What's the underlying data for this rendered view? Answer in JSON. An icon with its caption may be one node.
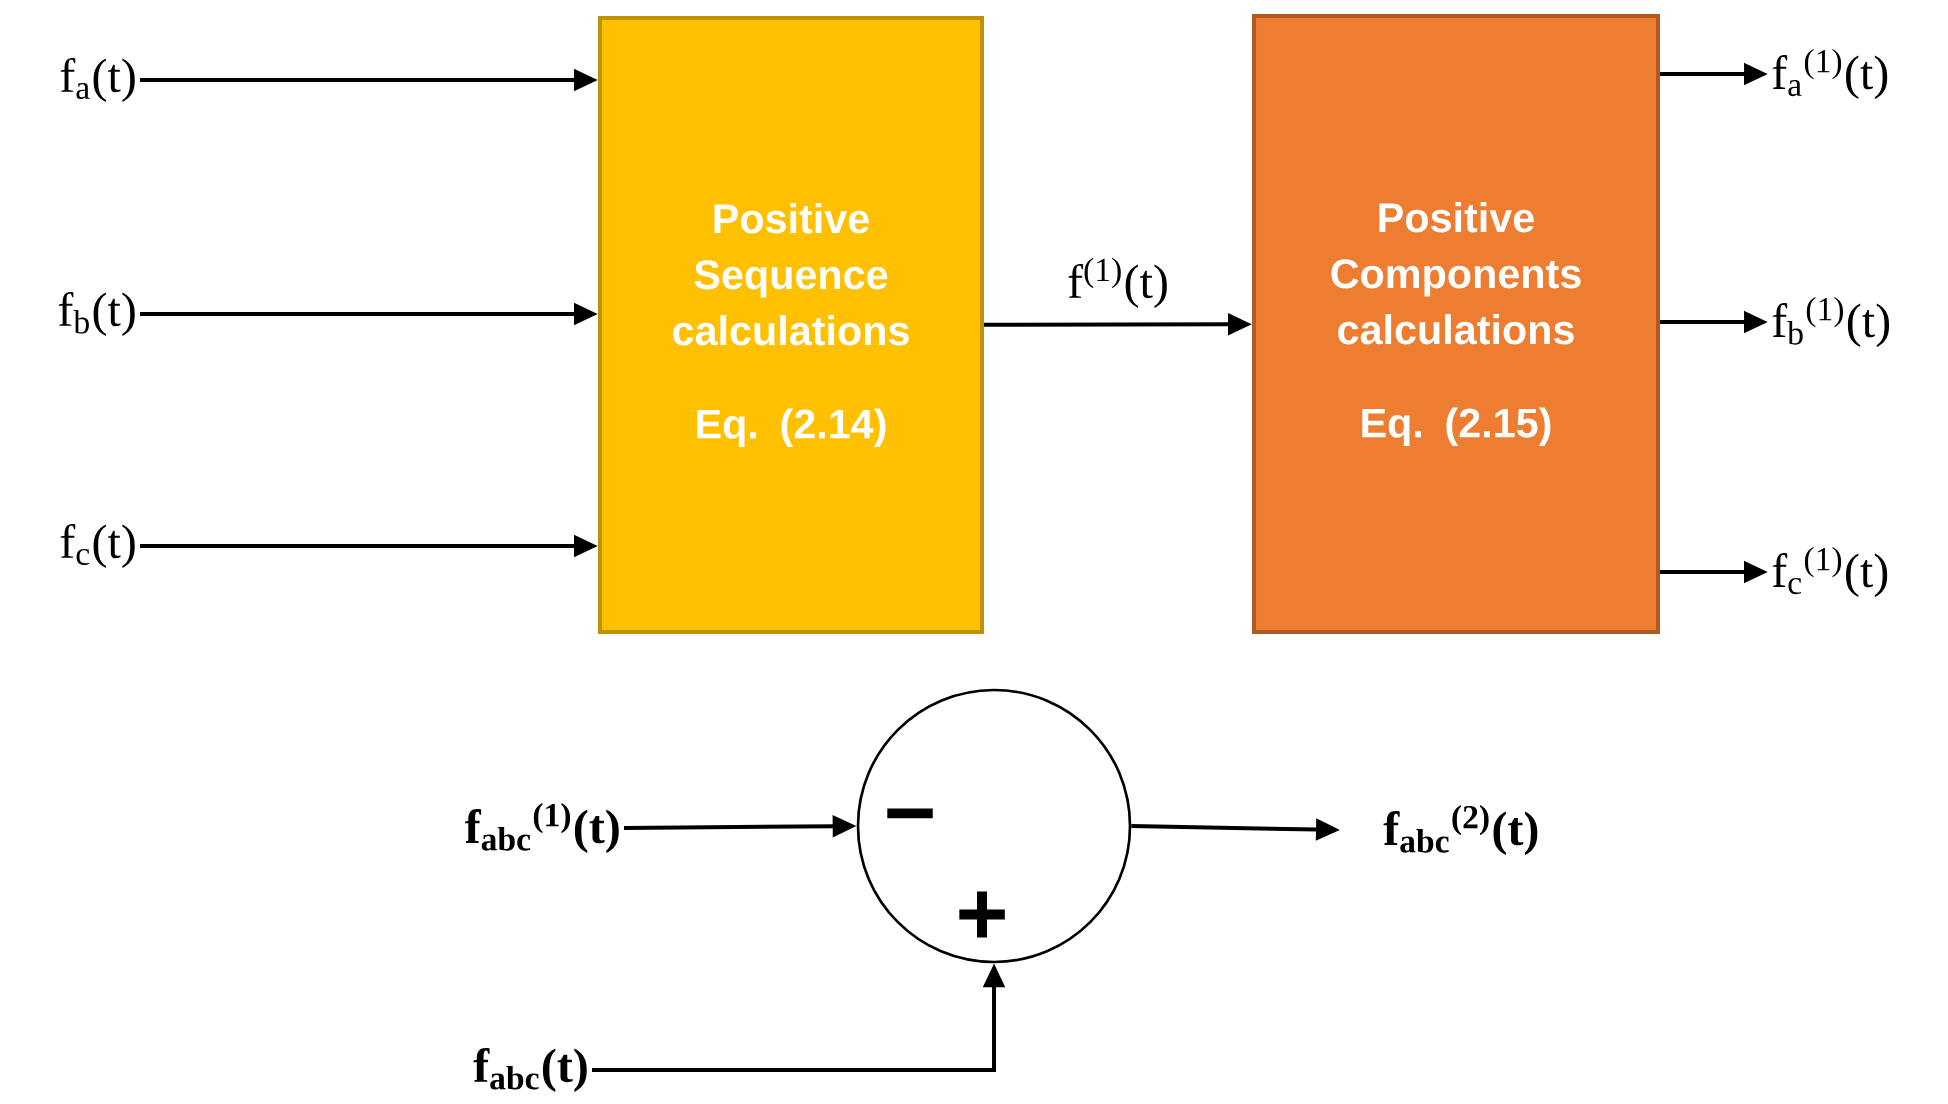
{
  "diagram": {
    "nodes": [
      {
        "text": [
          "f$_{a}$(t)"
        ]
      },
      {
        "text": [
          "f$_{b}$(t)"
        ]
      },
      {
        "text": [
          "f$_{c}$(t)"
        ]
      },
      {
        "text": [
          "Positive Sequence calculations",
          "Eq. (2.14)"
        ]
      },
      {
        "text": [
          "Positive Components calculations",
          "Eq. (2.15)"
        ]
      },
      {
        "text": [
          "f$_{a}$$^{(1)}$(t)"
        ]
      },
      {
        "text": [
          "f$_{b}$$^{(1)}$(t)"
        ]
      },
      {
        "text": [
          "f$_{c}$$^{(1)}$(t)"
        ]
      },
      {
        "text": [
          "f$_{abc}$$^{(1)}$(t)"
        ]
      },
      {
        "text": [
          "−",
          "+"
        ]
      },
      {
        "text": [
          "f$_{abc}$$^{(2)}$(t)"
        ]
      },
      {
        "text": [
          "f$_{abc}$(t)"
        ]
      }
    ],
    "edges": [
      {
        "from": 0,
        "to": 3,
        "arrow": "to"
      },
      {
        "from": 1,
        "to": 3,
        "arrow": "to"
      },
      {
        "from": 2,
        "to": 3,
        "arrow": "to"
      },
      {
        "from": 3,
        "to": 4,
        "arrow": "to",
        "label": "f$^{(1)}$(t)"
      },
      {
        "from": 4,
        "to": 5,
        "arrow": "to"
      },
      {
        "from": 4,
        "to": 6,
        "arrow": "to"
      },
      {
        "from": 4,
        "to": 7,
        "arrow": "to"
      },
      {
        "from": 8,
        "to": 9,
        "arrow": "to"
      },
      {
        "from": 9,
        "to": 10,
        "arrow": "to"
      },
      {
        "from": 11,
        "to": 9,
        "arrow": "to"
      }
    ]
  }
}
